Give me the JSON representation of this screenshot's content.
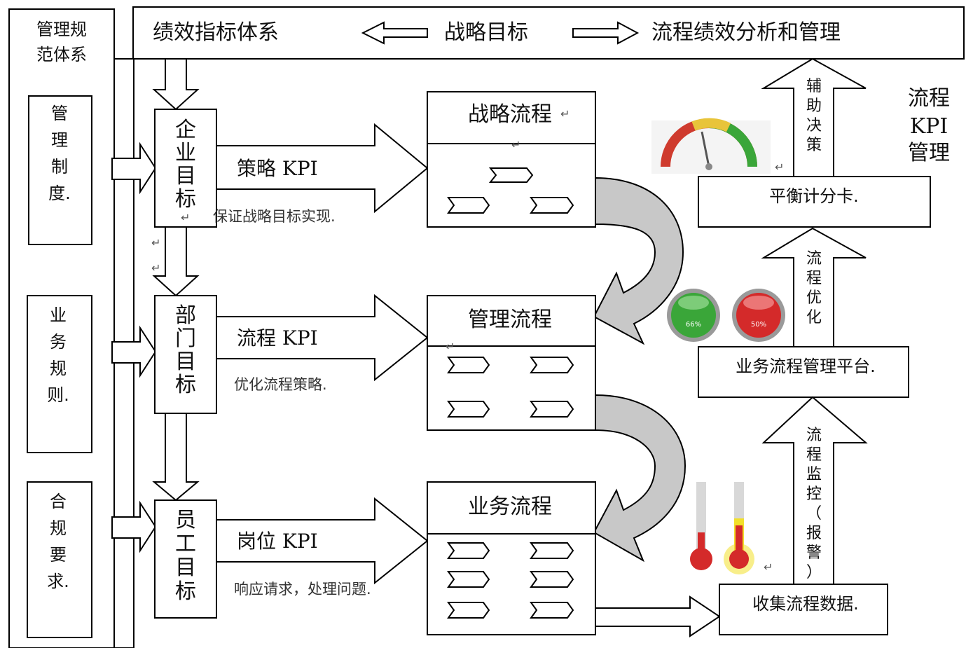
{
  "left_column": {
    "title_line1": "管理规",
    "title_line2": "范体系",
    "items": [
      {
        "chars": [
          "管",
          "理",
          "制",
          "度."
        ]
      },
      {
        "chars": [
          "业",
          "务",
          "规",
          "则."
        ]
      },
      {
        "chars": [
          "合",
          "规",
          "要",
          "求."
        ]
      }
    ]
  },
  "header": {
    "left": "绩效指标体系",
    "center": "战略目标",
    "right": "流程绩效分析和管理"
  },
  "goals": [
    {
      "chars": [
        "企",
        "业",
        "目",
        "标"
      ]
    },
    {
      "chars": [
        "部",
        "门",
        "目",
        "标"
      ]
    },
    {
      "chars": [
        "员",
        "工",
        "目",
        "标"
      ]
    }
  ],
  "kpi_arrows": [
    {
      "label": "策略 KPI",
      "caption": "保证战略目标实现."
    },
    {
      "label": "流程 KPI",
      "caption": "优化流程策略."
    },
    {
      "label": "岗位 KPI",
      "caption": "响应请求，处理问题."
    }
  ],
  "processes": [
    {
      "title": "战略流程"
    },
    {
      "title": "管理流程"
    },
    {
      "title": "业务流程"
    }
  ],
  "right_column": {
    "corner_label": [
      "流程",
      "KPI",
      "管理"
    ],
    "arrows": [
      {
        "chars": [
          "辅",
          "助",
          "决",
          "策"
        ]
      },
      {
        "chars": [
          "流",
          "程",
          "优",
          "化"
        ]
      },
      {
        "chars": [
          "流",
          "程",
          "监",
          "控",
          "（",
          "报",
          "警",
          "）"
        ]
      }
    ],
    "boxes": [
      {
        "label": "平衡计分卡."
      },
      {
        "label": "业务流程管理平台."
      },
      {
        "label": "收集流程数据."
      }
    ]
  },
  "indicators": {
    "gauge_green": "66%",
    "gauge_red": "50%"
  },
  "colors": {
    "curve_fill": "#c8c8c8",
    "green": "#3aa639",
    "red": "#d42a2a",
    "yellow": "#f2e02a"
  }
}
